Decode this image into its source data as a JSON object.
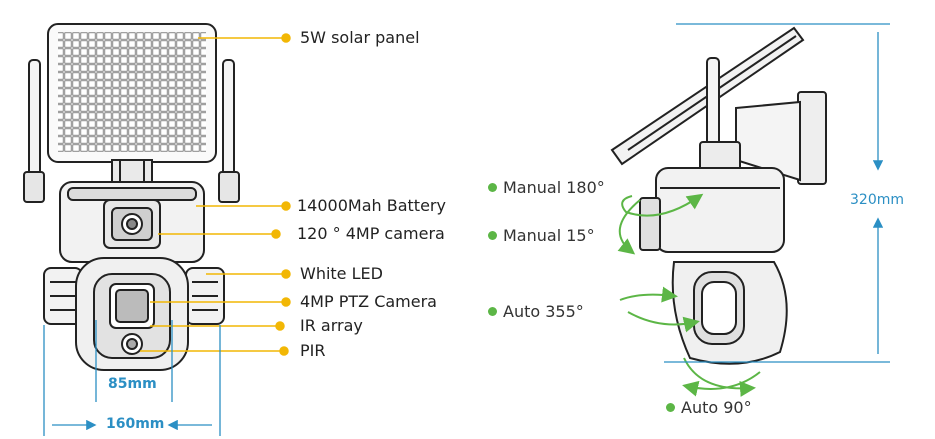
{
  "colors": {
    "callout": "#f2b705",
    "dimension": "#2b8fc4",
    "motion": "#5cb646",
    "outline": "#222222"
  },
  "callouts": [
    {
      "id": "solar",
      "label": "5W solar panel"
    },
    {
      "id": "battery",
      "label": "14000Mah Battery"
    },
    {
      "id": "camera",
      "label": "120 ° 4MP camera"
    },
    {
      "id": "led",
      "label": "White LED"
    },
    {
      "id": "ptz",
      "label": "4MP PTZ Camera"
    },
    {
      "id": "ir",
      "label": "IR array"
    },
    {
      "id": "pir",
      "label": "PIR"
    }
  ],
  "motions": [
    {
      "id": "manual180",
      "label": "Manual 180°"
    },
    {
      "id": "manual15",
      "label": "Manual 15°"
    },
    {
      "id": "auto355",
      "label": "Auto 355°"
    },
    {
      "id": "auto90",
      "label": "Auto 90°"
    }
  ],
  "dimensions": {
    "inner_width": "85mm",
    "outer_width": "160mm",
    "height": "320mm"
  }
}
